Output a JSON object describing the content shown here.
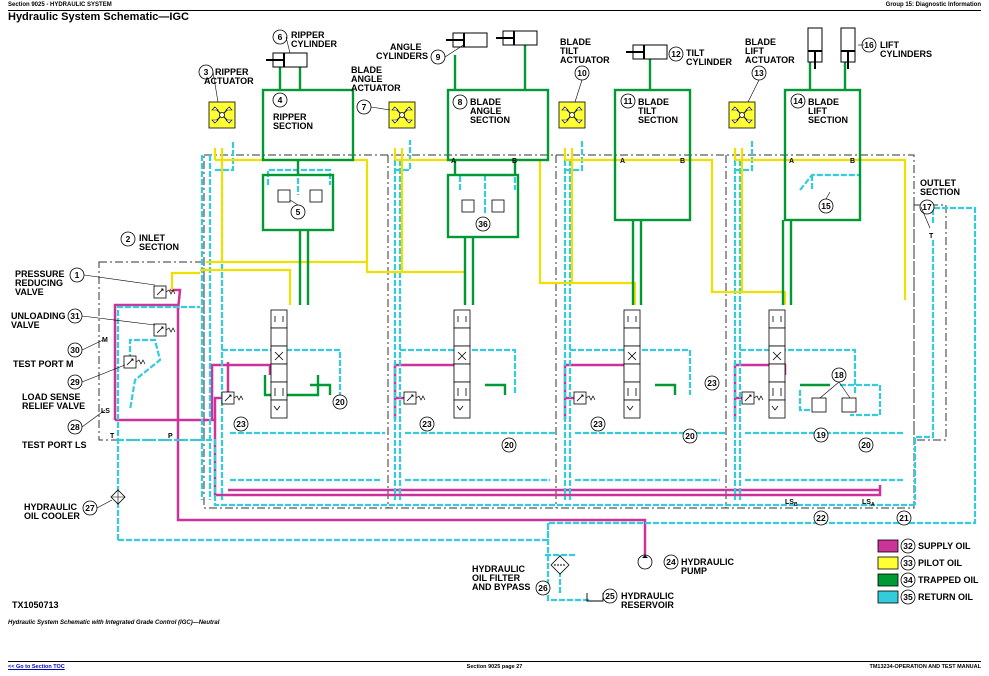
{
  "header": {
    "left": "Section 9025 - HYDRAULIC SYSTEM",
    "right": "Group 15: Diagnostic Information"
  },
  "title": "Hydraulic System Schematic—IGC",
  "figure_id": "TX1050713",
  "caption": "Hydraulic System Schematic with Integrated Grade Control (IGC)—Neutral",
  "footer": {
    "nav": "<< Go to Section TOC",
    "center": "Section 9025 page 27",
    "right": "TM13234-OPERATION AND TEST MANUAL"
  },
  "colors": {
    "supply": "#cc3399",
    "pilot": "#ffff33",
    "trapped": "#009933",
    "return": "#33ccdd"
  },
  "callouts": {
    "n1": "1",
    "n2": "2",
    "n3": "3",
    "n4": "4",
    "n5": "5",
    "n6": "6",
    "n7": "7",
    "n8": "8",
    "n9": "9",
    "n10": "10",
    "n11": "11",
    "n12": "12",
    "n13": "13",
    "n14": "14",
    "n15": "15",
    "n16": "16",
    "n17": "17",
    "n18": "18",
    "n19": "19",
    "n20": "20",
    "n21": "21",
    "n22": "22",
    "n23": "23",
    "n24": "24",
    "n25": "25",
    "n26": "26",
    "n27": "27",
    "n28": "28",
    "n29": "29",
    "n30": "30",
    "n31": "31",
    "n32": "32",
    "n33": "33",
    "n34": "34",
    "n35": "35",
    "n36": "36"
  },
  "labels": {
    "ripper_actuator": [
      "RIPPER",
      "ACTUATOR"
    ],
    "ripper_cylinder": [
      "RIPPER",
      "CYLINDER"
    ],
    "ripper_section": [
      "RIPPER",
      "SECTION"
    ],
    "inlet_section": [
      "INLET",
      "SECTION"
    ],
    "blade_angle_actuator": [
      "BLADE",
      "ANGLE",
      "ACTUATOR"
    ],
    "angle_cylinders": [
      "ANGLE",
      "CYLINDERS"
    ],
    "blade_angle_section": [
      "BLADE",
      "ANGLE",
      "SECTION"
    ],
    "blade_tilt_actuator": [
      "BLADE",
      "TILT",
      "ACTUATOR"
    ],
    "blade_tilt_section": [
      "BLADE",
      "TILT",
      "SECTION"
    ],
    "tilt_cylinder": [
      "TILT",
      "CYLINDER"
    ],
    "blade_lift_actuator": [
      "BLADE",
      "LIFT",
      "ACTUATOR"
    ],
    "blade_lift_section": [
      "BLADE",
      "LIFT",
      "SECTION"
    ],
    "lift_cylinders": [
      "LIFT",
      "CYLINDERS"
    ],
    "outlet_section": [
      "OUTLET",
      "SECTION"
    ],
    "pressure_reducing_valve": [
      "PRESSURE",
      "REDUCING",
      "VALVE"
    ],
    "unloading_valve": [
      "UNLOADING",
      "VALVE"
    ],
    "test_port_m": "TEST PORT M",
    "load_sense_relief_valve": [
      "LOAD SENSE",
      "RELIEF VALVE"
    ],
    "test_port_ls": "TEST PORT LS",
    "hydraulic_oil_cooler": [
      "HYDRAULIC",
      "OIL COOLER"
    ],
    "hydraulic_oil_filter": [
      "HYDRAULIC",
      "OIL FILTER",
      "AND BYPASS"
    ],
    "hydraulic_pump": [
      "HYDRAULIC",
      "PUMP"
    ],
    "hydraulic_reservoir": [
      "HYDRAULIC",
      "RESERVOIR"
    ],
    "port_a": "A",
    "port_b": "B",
    "port_m": "M",
    "port_ls": "LS",
    "port_t": "T",
    "port_p": "P",
    "ls_b": "LS",
    "ls_b_sub": "B",
    "ls_a": "LS",
    "ls_a_sub": "A"
  },
  "legend": [
    {
      "num": "32",
      "label": "SUPPLY OIL",
      "color": "#cc3399"
    },
    {
      "num": "33",
      "label": "PILOT OIL",
      "color": "#ffff33"
    },
    {
      "num": "34",
      "label": "TRAPPED OIL",
      "color": "#009933"
    },
    {
      "num": "35",
      "label": "RETURN OIL",
      "color": "#33ccdd"
    }
  ]
}
